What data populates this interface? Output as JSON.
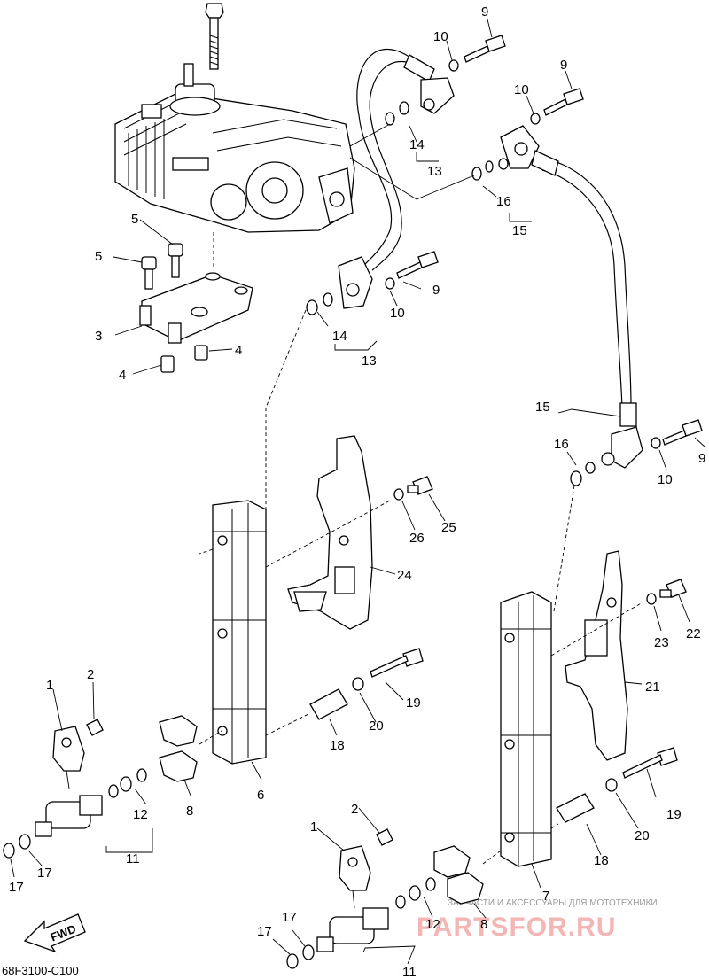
{
  "diagram_code": "68F3100-C100",
  "fwd_label": "FWD",
  "watermark": {
    "tagline": "ЗАПЧАСТИ И АКСЕССУАРЫ ДЛЯ МОТОТЕХНИКИ",
    "brand": "PARTSFOR.RU"
  },
  "callouts": {
    "c9a": "9",
    "c10a": "10",
    "c9b": "9",
    "c10b": "10",
    "c14a": "14",
    "c13a": "13",
    "c16a": "16",
    "c15a": "15",
    "c5a": "5",
    "c5b": "5",
    "c3": "3",
    "c4a": "4",
    "c4b": "4",
    "c9c": "9",
    "c10c": "10",
    "c14b": "14",
    "c13b": "13",
    "c15b": "15",
    "c16b": "16",
    "c9d": "9",
    "c10d": "10",
    "c25": "25",
    "c26": "26",
    "c24": "24",
    "c22": "22",
    "c23": "23",
    "c21": "21",
    "c1a": "1",
    "c2a": "2",
    "c12a": "12",
    "c11a": "11",
    "c17a": "17",
    "c17b": "17",
    "c8a": "8",
    "c6": "6",
    "c19a": "19",
    "c20a": "20",
    "c18a": "18",
    "c19b": "19",
    "c20b": "20",
    "c18b": "18",
    "c7": "7",
    "c1b": "1",
    "c2b": "2",
    "c12b": "12",
    "c11b": "11",
    "c17c": "17",
    "c17d": "17",
    "c8b": "8"
  }
}
